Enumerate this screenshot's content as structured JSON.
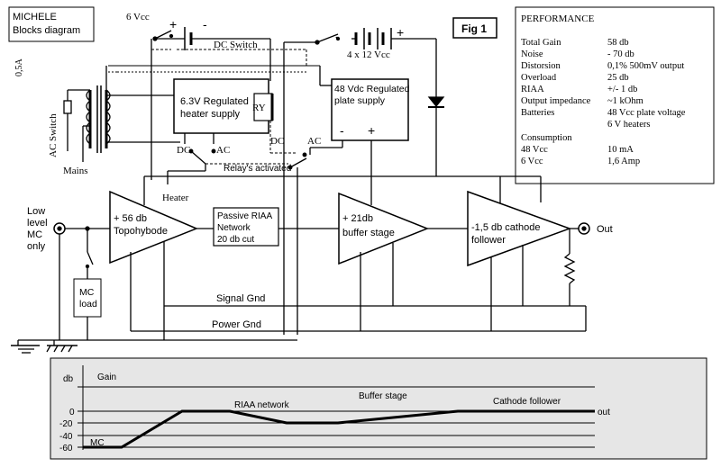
{
  "title": {
    "line1": "MICHELE",
    "line2": "Blocks diagram"
  },
  "figure_label": "Fig 1",
  "fuse_label": "0,5A",
  "supply": {
    "vcc6": "6 Vcc",
    "vcc48": "4 x 12 Vcc",
    "dc_switch": "DC Switch",
    "ac_switch": "AC Switch",
    "mains": "Mains",
    "plus": "+",
    "minus": "-"
  },
  "blocks": {
    "heater_supply": {
      "line1": "6.3V Regulated",
      "line2": "heater supply"
    },
    "relay": "RY",
    "plate_supply": {
      "line1": "48 Vdc Regulated",
      "line2": "plate supply"
    },
    "topohybode": {
      "gain": "+ 56 db",
      "name": "Topohybode"
    },
    "riaa": {
      "line1": "Passive RIAA",
      "line2": "Network",
      "line3": "20 db cut"
    },
    "buffer": {
      "gain": "+ 21db",
      "name": "buffer stage"
    },
    "cathode": {
      "gain": "-1,5 db cathode",
      "name": "follower"
    },
    "mc_load": {
      "line1": "MC",
      "line2": "load"
    }
  },
  "labels": {
    "dc1": "DC",
    "ac1": "AC",
    "dc2": "DC",
    "ac2": "AC",
    "relays": "Relay's activated",
    "heater": "Heater",
    "input": {
      "line1": "Low",
      "line2": "level",
      "line3": "MC",
      "line4": "only"
    },
    "out": "Out",
    "signal_gnd": "Signal Gnd",
    "power_gnd": "Power Gnd"
  },
  "performance": {
    "heading": "PERFORMANCE",
    "rows": [
      {
        "label": "Total Gain",
        "value": "58 db"
      },
      {
        "label": "Noise",
        "value": "- 70 db"
      },
      {
        "label": "Distorsion",
        "value": "0,1% 500mV output"
      },
      {
        "label": "Overload",
        "value": "25 db"
      },
      {
        "label": "RIAA",
        "value": "+/- 1 db"
      },
      {
        "label": "Output impedance",
        "value": "~1 kOhm"
      },
      {
        "label": "Batteries",
        "value": "48 Vcc plate voltage"
      },
      {
        "label": "",
        "value": "6 V heaters"
      }
    ],
    "consumption_heading": "Consumption",
    "consumption": [
      {
        "label": "48 Vcc",
        "value": "10 mA"
      },
      {
        "label": "6    Vcc",
        "value": "1,6 Amp"
      }
    ]
  },
  "gain_chart": {
    "ylabel": "db",
    "series_label": "Gain",
    "yticks": [
      "0",
      "-20",
      "-40",
      "-60"
    ],
    "stage_labels": [
      "MC",
      "RIAA network",
      "Buffer stage",
      "Cathode follower",
      "out"
    ]
  }
}
